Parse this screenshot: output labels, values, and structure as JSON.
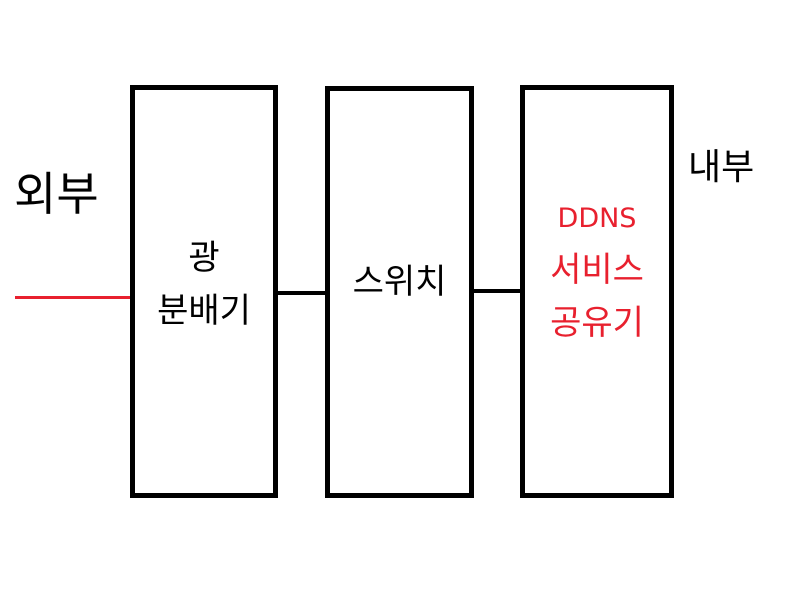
{
  "labels": {
    "outside": "외부",
    "inside": "내부"
  },
  "nodes": {
    "splitter": {
      "line1": "광",
      "line2": "분배기"
    },
    "switch": {
      "line1": "스위치"
    },
    "router": {
      "line1": "DDNS",
      "line2": "서비스",
      "line3": "공유기"
    }
  },
  "colors": {
    "line": "#000000",
    "external_line": "#e8202e",
    "router_text": "#e8202e"
  }
}
